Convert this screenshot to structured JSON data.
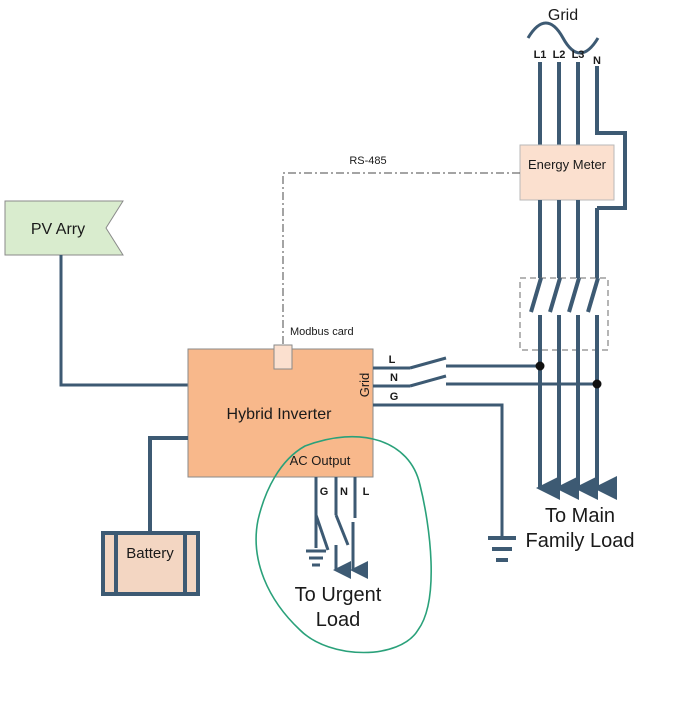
{
  "grid": {
    "title": "Grid",
    "phases": [
      "L1",
      "L2",
      "L3",
      "N"
    ]
  },
  "energy_meter": {
    "label": "Energy Meter"
  },
  "comm": {
    "protocol": "RS-485",
    "card": "Modbus card"
  },
  "pv": {
    "label": "PV Arry"
  },
  "inverter": {
    "label": "Hybrid Inverter",
    "grid_port": "Grid",
    "grid_terminals": [
      "L",
      "N",
      "G"
    ],
    "ac_output": "AC Output",
    "ac_terminals": [
      "G",
      "N",
      "L"
    ]
  },
  "battery": {
    "label": "Battery"
  },
  "loads": {
    "urgent_line1": "To Urgent",
    "urgent_line2": "Load",
    "main_line1": "To Main",
    "main_line2": "Family Load"
  },
  "colors": {
    "wire": "#3d5a73",
    "inverter_fill": "#f8b88b",
    "pv_fill": "#d9ecce",
    "meter_fill": "#fbe0cf",
    "battery_fill": "#f3d6c2",
    "annotation": "#2aa17a"
  }
}
